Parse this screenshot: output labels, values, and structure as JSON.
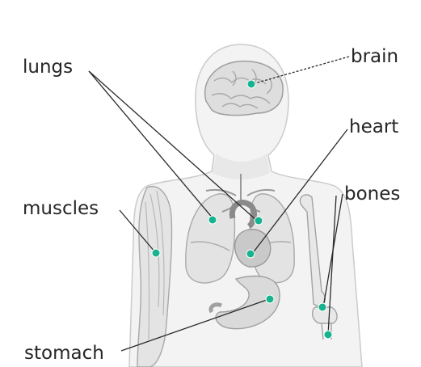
{
  "labels": {
    "lungs": "lungs",
    "brain": "brain",
    "heart": "heart",
    "bones": "bones",
    "muscles": "muscles",
    "stomach": "stomach"
  },
  "colors": {
    "marker": "#17b38e",
    "leader": "#2a2a2a",
    "body_fill": "#f2f2f2",
    "body_outline": "#c9c9c9",
    "organ_fill": "#e2e2e2",
    "organ_dark": "#b5b5b5",
    "text": "#262626"
  }
}
